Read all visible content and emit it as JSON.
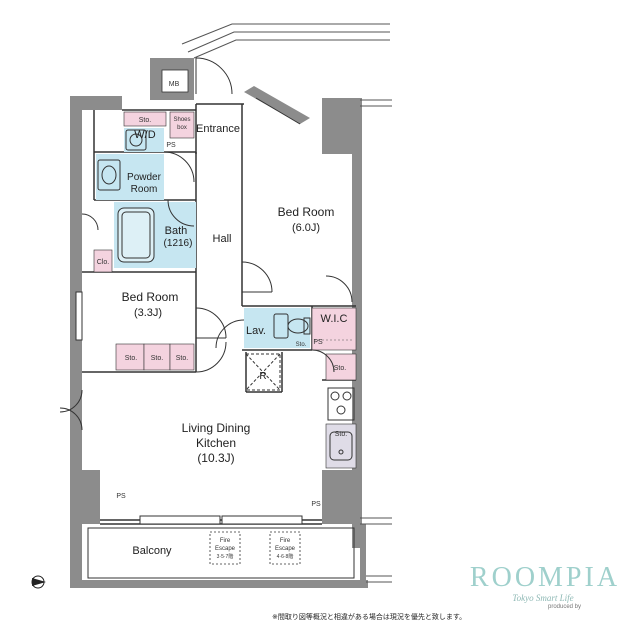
{
  "rooms": {
    "mb": "MB",
    "sto_wd": "Sto.",
    "wd": "W/D",
    "shoes_box_line1": "Shoes",
    "shoes_box_line2": "box",
    "ps_entrance": "PS",
    "entrance": "Entrance",
    "powder_room_line1": "Powder",
    "powder_room_line2": "Room",
    "bath": "Bath",
    "bath_size": "(1216)",
    "hall": "Hall",
    "bedroom_large": "Bed Room",
    "bedroom_large_size": "(6.0J)",
    "clo": "Clo.",
    "bedroom_small": "Bed Room",
    "bedroom_small_size": "(3.3J)",
    "sto_1": "Sto.",
    "sto_2": "Sto.",
    "sto_3": "Sto.",
    "lav": "Lav.",
    "wic": "W.I.C",
    "ps_lav": "PS",
    "sto_lav": "Sto.",
    "r": "R",
    "sto_kitchen_side": "Sto.",
    "sto_kitchen": "Sto.",
    "ldk_line1": "Living Dining",
    "ldk_line2": "Kitchen",
    "ldk_size": "(10.3J)",
    "ps_left": "PS",
    "ps_right": "PS",
    "balcony": "Balcony",
    "fire_escape_1_line1": "Fire",
    "fire_escape_1_line2": "Escape",
    "fire_escape_1_line3": "3·5·7階",
    "fire_escape_2_line1": "Fire",
    "fire_escape_2_line2": "Escape",
    "fire_escape_2_line3": "4·6·8階"
  },
  "brand": {
    "name": "ROOMPIA",
    "tagline": "Tokyo Smart Life",
    "produced_by": "produced by"
  },
  "notice": "※間取り図等概況と相違がある場合は現況を優先と致します。",
  "colors": {
    "wall": "#8c8c8c",
    "wet_area": "#c6e6f1",
    "storage": "#f4d3df",
    "line": "#333333",
    "brand": "#9fd0cc"
  }
}
